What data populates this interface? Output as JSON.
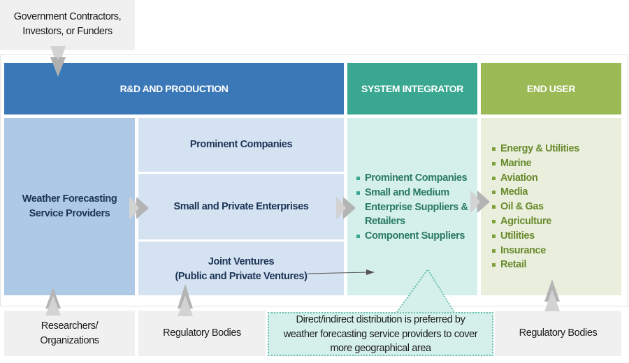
{
  "funders": {
    "lines": [
      "Government Contractors,",
      "Investors, or Funders"
    ]
  },
  "headers": {
    "rd": "R&D AND PRODUCTION",
    "system_integrator": "SYSTEM INTEGRATOR",
    "end_user": "END USER"
  },
  "weather_providers": {
    "lines": [
      "Weather Forecasting",
      "Service Providers"
    ]
  },
  "rd_segments": [
    {
      "lines": [
        "Prominent Companies"
      ]
    },
    {
      "lines": [
        "Small and Private Enterprises"
      ]
    },
    {
      "lines": [
        "Joint Ventures",
        "(Public and Private Ventures)"
      ]
    }
  ],
  "system_integrator_items": [
    "Prominent Companies",
    "Small and Medium Enterprise Suppliers & Retailers",
    "Component Suppliers"
  ],
  "end_user_items": [
    "Energy & Utilities",
    "Marine",
    "Aviation",
    "Media",
    "Oil & Gas",
    "Agriculture",
    "Utilities",
    "Insurance",
    "Retail"
  ],
  "bottom": {
    "researchers": {
      "lines": [
        "Researchers/",
        "Organizations"
      ]
    },
    "regulatory_rd": {
      "lines": [
        "Regulatory Bodies"
      ]
    },
    "callout": {
      "lines": [
        "Direct/indirect distribution is preferred by",
        "weather forecasting service providers to cover",
        "more geographical area"
      ]
    },
    "regulatory_eu": {
      "lines": [
        "Regulatory Bodies"
      ]
    }
  },
  "colors": {
    "rd_header": "#3b78b8",
    "si_header": "#3aa891",
    "eu_header": "#9bb954",
    "rd_body_dark": "#adc9e6",
    "rd_body_light": "#d4e2f1",
    "si_body": "#d5f0ea",
    "eu_body": "#e9efdc",
    "arrow_light": "#d3d3d3",
    "arrow_dark": "#b4b4b4"
  }
}
